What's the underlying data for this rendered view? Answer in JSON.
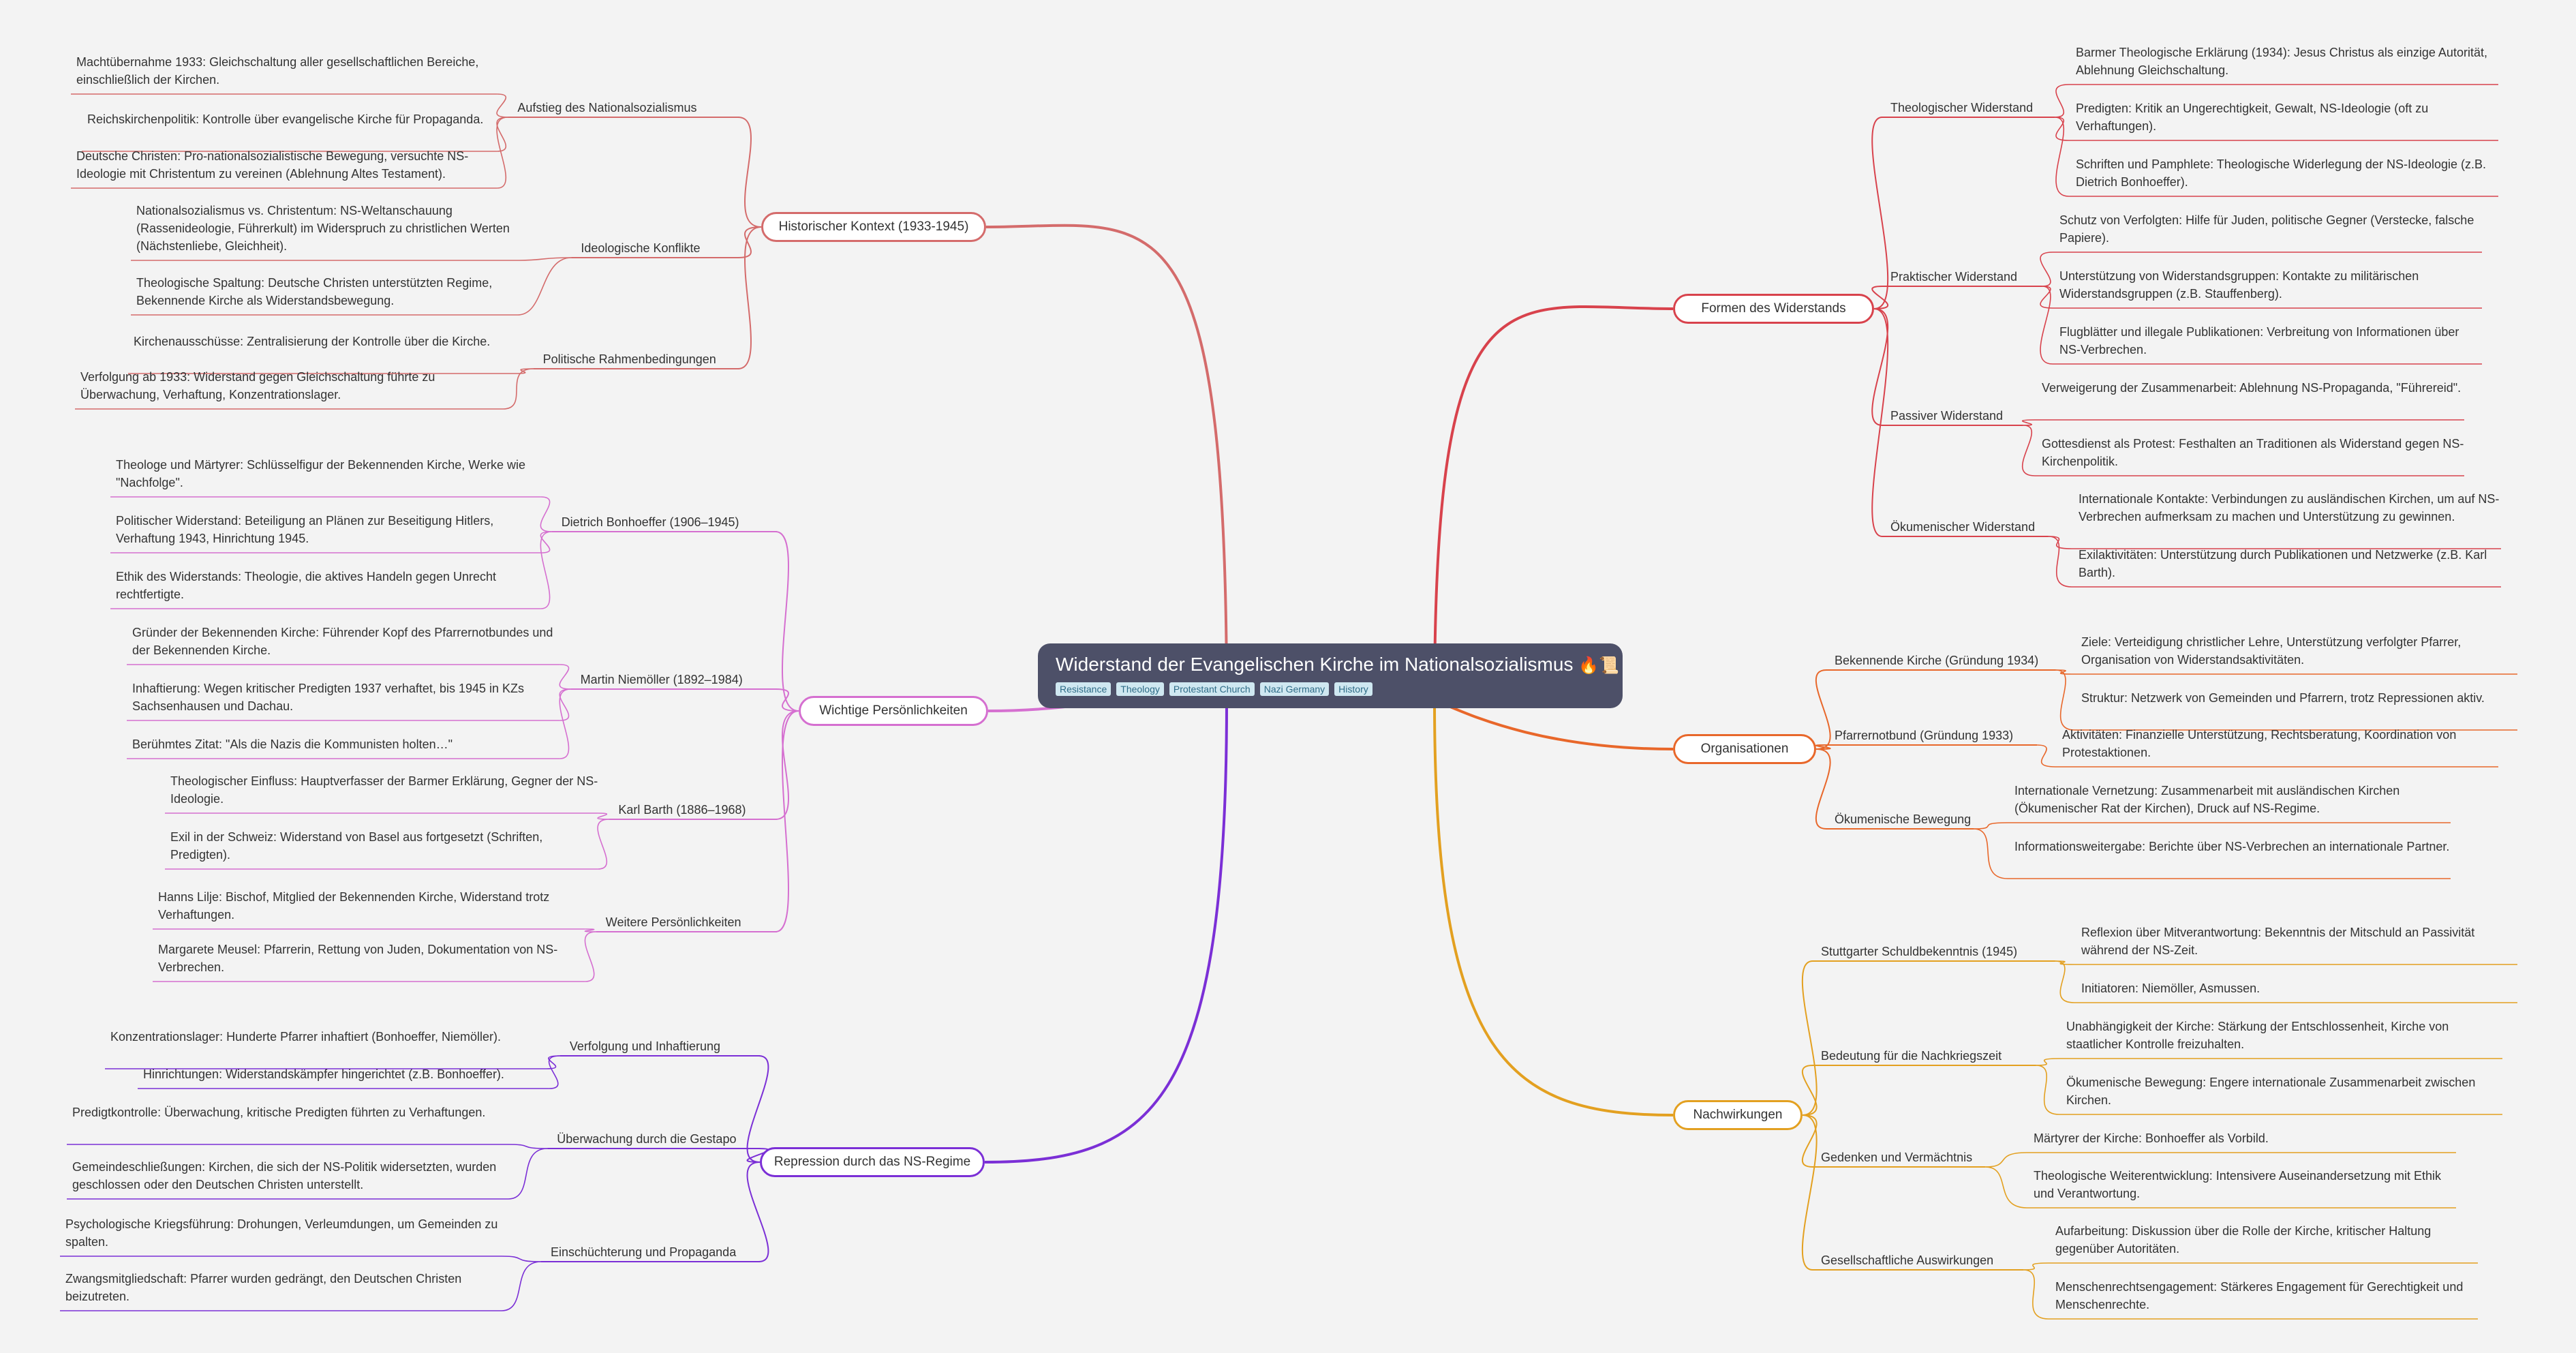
{
  "root": {
    "title": "Widerstand der Evangelischen Kirche im Nationalsozialismus",
    "emoji": "🔥📜",
    "tags": [
      "Resistance",
      "Theology",
      "Protestant Church",
      "Nazi Germany",
      "History"
    ]
  },
  "colors": {
    "historisch": "#d46b6b",
    "personen": "#d56fd0",
    "repression": "#7b2fd6",
    "formen": "#d8424c",
    "organisationen": "#e8672a",
    "nachwirkungen": "#e3a020",
    "root_bg": "#4d5068"
  },
  "left": {
    "historisch": {
      "label": "Historischer Kontext (1933-1945)",
      "subs": [
        {
          "label": "Aufstieg des Nationalsozialismus",
          "leaves": [
            "Machtübernahme 1933: Gleichschaltung aller gesellschaftlichen Bereiche, einschließlich der Kirchen.",
            "Reichskirchenpolitik: Kontrolle über evangelische Kirche für Propaganda.",
            "Deutsche Christen: Pro-nationalsozialistische Bewegung, versuchte NS-Ideologie mit Christentum zu vereinen (Ablehnung Altes Testament)."
          ]
        },
        {
          "label": "Ideologische Konflikte",
          "leaves": [
            "Nationalsozialismus vs. Christentum: NS-Weltanschauung (Rassenideologie, Führerkult) im Widerspruch zu christlichen Werten (Nächstenliebe, Gleichheit).",
            "Theologische Spaltung: Deutsche Christen unterstützten Regime, Bekennende Kirche als Widerstandsbewegung."
          ]
        },
        {
          "label": "Politische Rahmenbedingungen",
          "leaves": [
            "Kirchenausschüsse: Zentralisierung der Kontrolle über die Kirche.",
            "Verfolgung ab 1933: Widerstand gegen Gleichschaltung führte zu Überwachung, Verhaftung, Konzentrationslager."
          ]
        }
      ]
    },
    "personen": {
      "label": "Wichtige Persönlichkeiten",
      "subs": [
        {
          "label": "Dietrich Bonhoeffer (1906–1945)",
          "leaves": [
            "Theologe und Märtyrer: Schlüsselfigur der Bekennenden Kirche, Werke wie \"Nachfolge\".",
            "Politischer Widerstand: Beteiligung an Plänen zur Beseitigung Hitlers, Verhaftung 1943, Hinrichtung 1945.",
            "Ethik des Widerstands: Theologie, die aktives Handeln gegen Unrecht rechtfertigte."
          ]
        },
        {
          "label": "Martin Niemöller (1892–1984)",
          "leaves": [
            "Gründer der Bekennenden Kirche: Führender Kopf des Pfarrernotbundes und der Bekennenden Kirche.",
            "Inhaftierung: Wegen kritischer Predigten 1937 verhaftet, bis 1945 in KZs Sachsenhausen und Dachau.",
            "Berühmtes Zitat: \"Als die Nazis die Kommunisten holten…\""
          ]
        },
        {
          "label": "Karl Barth (1886–1968)",
          "leaves": [
            "Theologischer Einfluss: Hauptverfasser der Barmer Erklärung, Gegner der NS-Ideologie.",
            "Exil in der Schweiz: Widerstand von Basel aus fortgesetzt (Schriften, Predigten)."
          ]
        },
        {
          "label": "Weitere Persönlichkeiten",
          "leaves": [
            "Hanns Lilje: Bischof, Mitglied der Bekennenden Kirche, Widerstand trotz Verhaftungen.",
            "Margarete Meusel: Pfarrerin, Rettung von Juden, Dokumentation von NS-Verbrechen."
          ]
        }
      ]
    },
    "repression": {
      "label": "Repression durch das NS-Regime",
      "subs": [
        {
          "label": "Verfolgung und Inhaftierung",
          "leaves": [
            "Konzentrationslager: Hunderte Pfarrer inhaftiert (Bonhoeffer, Niemöller).",
            "Hinrichtungen: Widerstandskämpfer hingerichtet (z.B. Bonhoeffer)."
          ]
        },
        {
          "label": "Überwachung durch die Gestapo",
          "leaves": [
            "Predigtkontrolle: Überwachung, kritische Predigten führten zu Verhaftungen.",
            "Gemeindeschließungen: Kirchen, die sich der NS-Politik widersetzten, wurden geschlossen oder den Deutschen Christen unterstellt."
          ]
        },
        {
          "label": "Einschüchterung und Propaganda",
          "leaves": [
            "Psychologische Kriegsführung: Drohungen, Verleumdungen, um Gemeinden zu spalten.",
            "Zwangsmitgliedschaft: Pfarrer wurden gedrängt, den Deutschen Christen beizutreten."
          ]
        }
      ]
    }
  },
  "right": {
    "formen": {
      "label": "Formen des Widerstands",
      "subs": [
        {
          "label": "Theologischer Widerstand",
          "leaves": [
            "Barmer Theologische Erklärung (1934): Jesus Christus als einzige Autorität, Ablehnung Gleichschaltung.",
            "Predigten: Kritik an Ungerechtigkeit, Gewalt, NS-Ideologie (oft zu Verhaftungen).",
            "Schriften und Pamphlete: Theologische Widerlegung der NS-Ideologie (z.B. Dietrich Bonhoeffer)."
          ]
        },
        {
          "label": "Praktischer Widerstand",
          "leaves": [
            "Schutz von Verfolgten: Hilfe für Juden, politische Gegner (Verstecke, falsche Papiere).",
            "Unterstützung von Widerstandsgruppen: Kontakte zu militärischen Widerstandsgruppen (z.B. Stauffenberg).",
            "Flugblätter und illegale Publikationen: Verbreitung von Informationen über NS-Verbrechen."
          ]
        },
        {
          "label": "Passiver Widerstand",
          "leaves": [
            "Verweigerung der Zusammenarbeit: Ablehnung NS-Propaganda, \"Führereid\".",
            "Gottesdienst als Protest: Festhalten an Traditionen als Widerstand gegen NS-Kirchenpolitik."
          ]
        },
        {
          "label": "Ökumenischer Widerstand",
          "leaves": [
            "Internationale Kontakte: Verbindungen zu ausländischen Kirchen, um auf NS-Verbrechen aufmerksam zu machen und Unterstützung zu gewinnen.",
            "Exilaktivitäten: Unterstützung durch Publikationen und Netzwerke (z.B. Karl Barth)."
          ]
        }
      ]
    },
    "organisationen": {
      "label": "Organisationen",
      "subs": [
        {
          "label": "Bekennende Kirche (Gründung 1934)",
          "leaves": [
            "Ziele: Verteidigung christlicher Lehre, Unterstützung verfolgter Pfarrer, Organisation von Widerstandsaktivitäten.",
            "Struktur: Netzwerk von Gemeinden und Pfarrern, trotz Repressionen aktiv."
          ]
        },
        {
          "label": "Pfarrernotbund (Gründung 1933)",
          "leaves": [
            "Aktivitäten: Finanzielle Unterstützung, Rechtsberatung, Koordination von Protestaktionen."
          ]
        },
        {
          "label": "Ökumenische Bewegung",
          "leaves": [
            "Internationale Vernetzung: Zusammenarbeit mit ausländischen Kirchen (Ökumenischer Rat der Kirchen), Druck auf NS-Regime.",
            "Informationsweitergabe: Berichte über NS-Verbrechen an internationale Partner."
          ]
        }
      ]
    },
    "nachwirkungen": {
      "label": "Nachwirkungen",
      "subs": [
        {
          "label": "Stuttgarter Schuldbekenntnis (1945)",
          "leaves": [
            "Reflexion über Mitverantwortung: Bekenntnis der Mitschuld an Passivität während der NS-Zeit.",
            "Initiatoren: Niemöller, Asmussen."
          ]
        },
        {
          "label": "Bedeutung für die Nachkriegszeit",
          "leaves": [
            "Unabhängigkeit der Kirche: Stärkung der Entschlossenheit, Kirche von staatlicher Kontrolle freizuhalten.",
            "Ökumenische Bewegung: Engere internationale Zusammenarbeit zwischen Kirchen."
          ]
        },
        {
          "label": "Gedenken und Vermächtnis",
          "leaves": [
            "Märtyrer der Kirche: Bonhoeffer als Vorbild.",
            "Theologische Weiterentwicklung: Intensivere Auseinandersetzung mit Ethik und Verantwortung."
          ]
        },
        {
          "label": "Gesellschaftliche Auswirkungen",
          "leaves": [
            "Aufarbeitung: Diskussion über die Rolle der Kirche, kritischer Haltung gegenüber Autoritäten.",
            "Menschenrechtsengagement: Stärkeres Engagement für Gerechtigkeit und Menschenrechte."
          ]
        }
      ]
    }
  }
}
